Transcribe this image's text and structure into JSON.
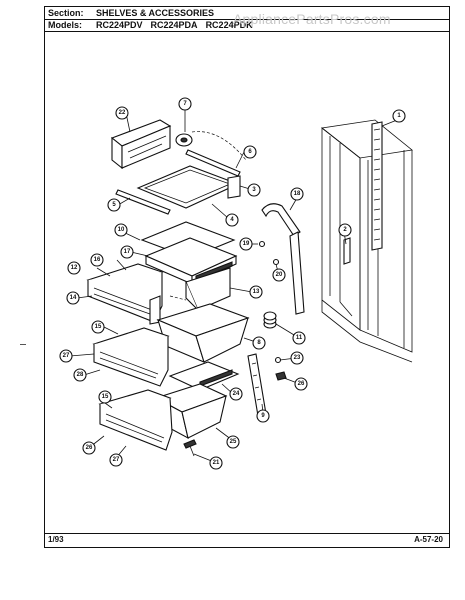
{
  "header": {
    "section_label": "Section:",
    "section_value": "SHELVES & ACCESSORIES",
    "models_label": "Models:",
    "models": [
      "RC224PDV",
      "RC224PDA",
      "RC224PDK"
    ],
    "watermark": "AppliancePartsPros.com"
  },
  "footer": {
    "date": "1/93",
    "page_code": "A-57-20"
  },
  "callouts": [
    "1",
    "2",
    "3",
    "4",
    "5",
    "6",
    "7",
    "8",
    "9",
    "10",
    "11",
    "12",
    "13",
    "14",
    "15",
    "16",
    "17",
    "18",
    "19",
    "20",
    "21",
    "22",
    "23",
    "24",
    "25",
    "26",
    "27",
    "28",
    "15",
    "27"
  ]
}
